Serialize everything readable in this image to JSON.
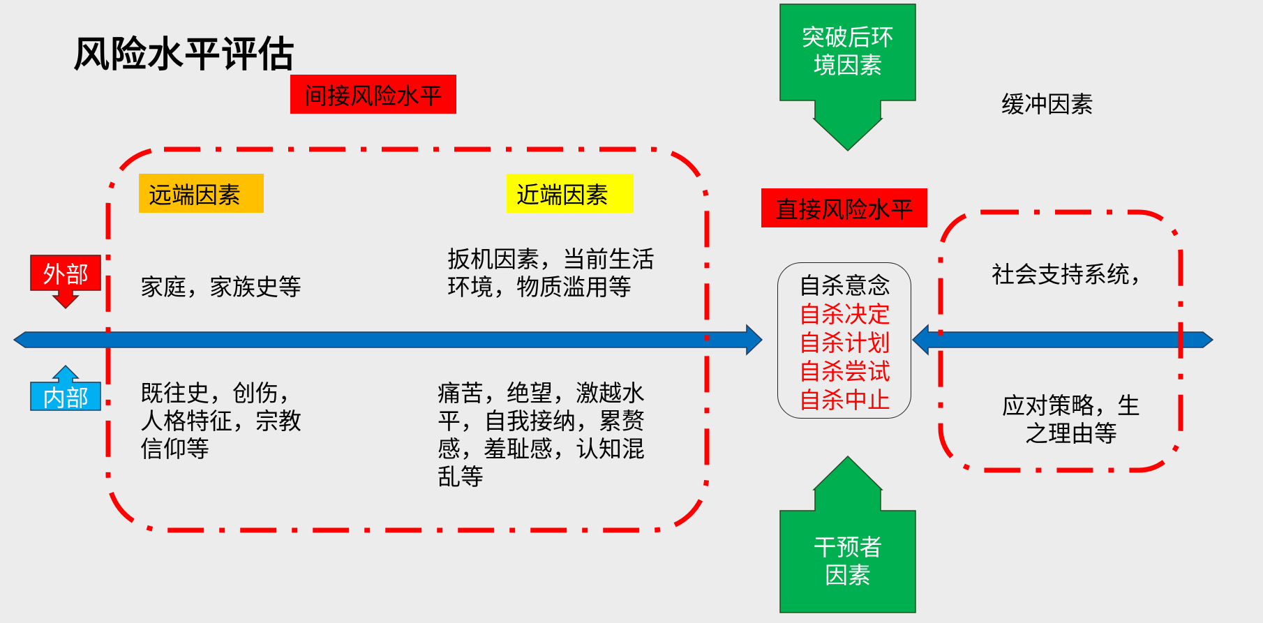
{
  "title": "风险水平评估",
  "labels": {
    "indirect_risk": "间接风险水平",
    "direct_risk": "直接风险水平",
    "distal": "远端因素",
    "proximal": "近端因素",
    "buffer": "缓冲因素",
    "external": "外部",
    "internal": "内部"
  },
  "distal_text": {
    "external": "家庭，家族史等",
    "internal": [
      "既往史，创伤，",
      "人格特征，宗教",
      "信仰等"
    ]
  },
  "proximal_text": {
    "external": [
      "扳机因素，当前生活",
      "环境，物质滥用等"
    ],
    "internal": [
      "痛苦，绝望，激越水",
      "平，自我接纳，累赘",
      "感，羞耻感，认知混",
      "乱等"
    ]
  },
  "suicide_stages": {
    "first": "自杀意念",
    "rest": [
      "自杀决定",
      "自杀计划",
      "自杀尝试",
      "自杀中止"
    ]
  },
  "buffer_text": {
    "top": "社会支持系统，",
    "bottom": [
      "应对策略，生",
      "之理由等"
    ]
  },
  "env_factor": [
    "突破后环",
    "境因素"
  ],
  "intervener_factor": [
    "干预者",
    "因素"
  ],
  "colors": {
    "red": "#ff0000",
    "green": "#00b050",
    "blue_arrow": "#0070c0",
    "light_blue": "#00b0f0",
    "gold": "#ffc000",
    "yellow": "#ffff00"
  }
}
